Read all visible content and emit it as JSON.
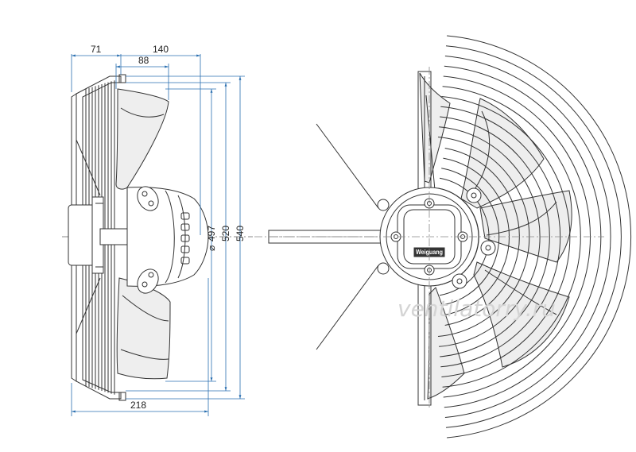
{
  "dimensions": {
    "depth_guard": "71",
    "depth_mount": "140",
    "depth_motor": "88",
    "impeller_diameter": "497",
    "diameter_symbol": "⌀",
    "mount_circle": "520",
    "guard_diameter": "540",
    "total_depth": "218"
  },
  "brand_plate": "Weiguang",
  "watermark": "ventilatorry.ru",
  "colors": {
    "line": "#333333",
    "blade_fill": "#eeeeee",
    "dim_line": "#2a6fb0",
    "watermark": "#d4d4d4"
  }
}
